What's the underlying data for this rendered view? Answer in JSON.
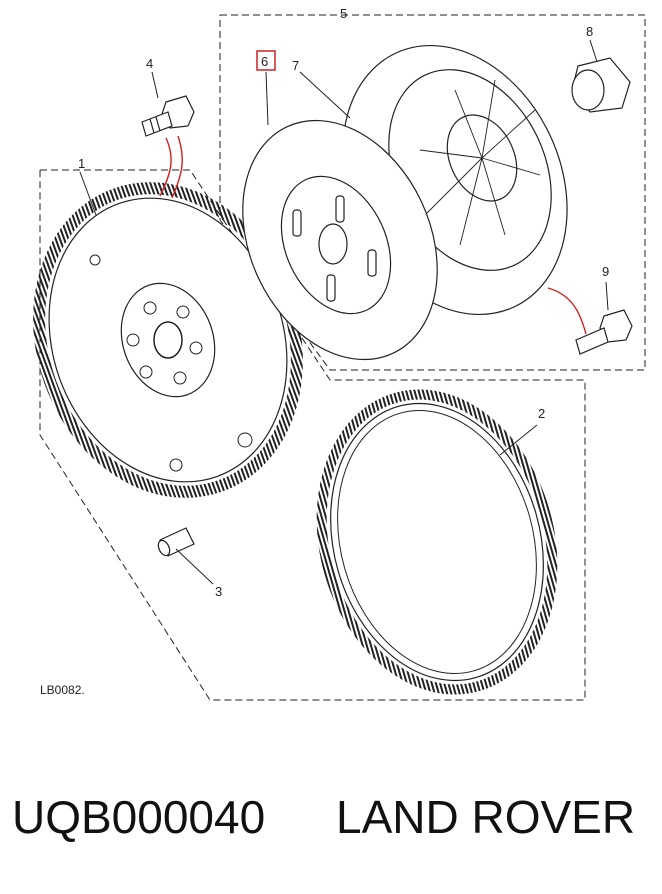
{
  "diagram": {
    "callouts": [
      "1",
      "2",
      "3",
      "4",
      "5",
      "6",
      "7",
      "8",
      "9"
    ],
    "highlighted_callout": "6",
    "drawing_code": "LB0082.",
    "colors": {
      "line": "#222222",
      "highlight": "#cc2222",
      "leader_red": "#d22020"
    }
  },
  "caption": {
    "part_number": "UQB000040",
    "brand": "LAND ROVER"
  }
}
